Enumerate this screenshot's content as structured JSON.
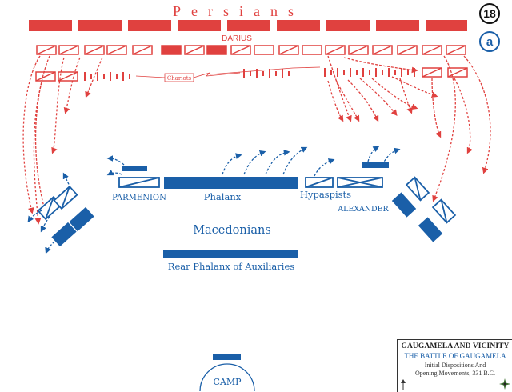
{
  "persians": {
    "title": "Persians",
    "darius_label": "DARIUS",
    "chariots_label": "Chariots"
  },
  "macedonians": {
    "title": "Macedonians",
    "parmenion_label": "PARMENION",
    "phalanx_label": "Phalanx",
    "hypaspists_label": "Hypaspists",
    "alexander_label": "ALEXANDER",
    "rear_phalanx_label": "Rear Phalanx of Auxiliaries",
    "camp_label": "CAMP"
  },
  "badges": {
    "map_number": "18",
    "map_letter": "a"
  },
  "legend": {
    "title": "GAUGAMELA AND VICINITY",
    "subtitle": "THE BATTLE OF GAUGAMELA",
    "line3": "Initial Dispositions And",
    "line4": "Opening Movements, 331 B.C."
  },
  "colors": {
    "persian_red": "#e0413f",
    "macedonian_blue": "#1a5fa8"
  }
}
